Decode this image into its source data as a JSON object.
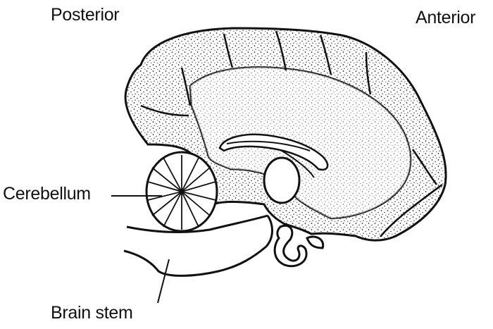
{
  "labels": {
    "posterior": "Posterior",
    "anterior": "Anterior",
    "cerebellum": "Cerebellum",
    "brain_stem": "Brain stem"
  },
  "colors": {
    "ink": "#111111",
    "background": "#ffffff"
  }
}
